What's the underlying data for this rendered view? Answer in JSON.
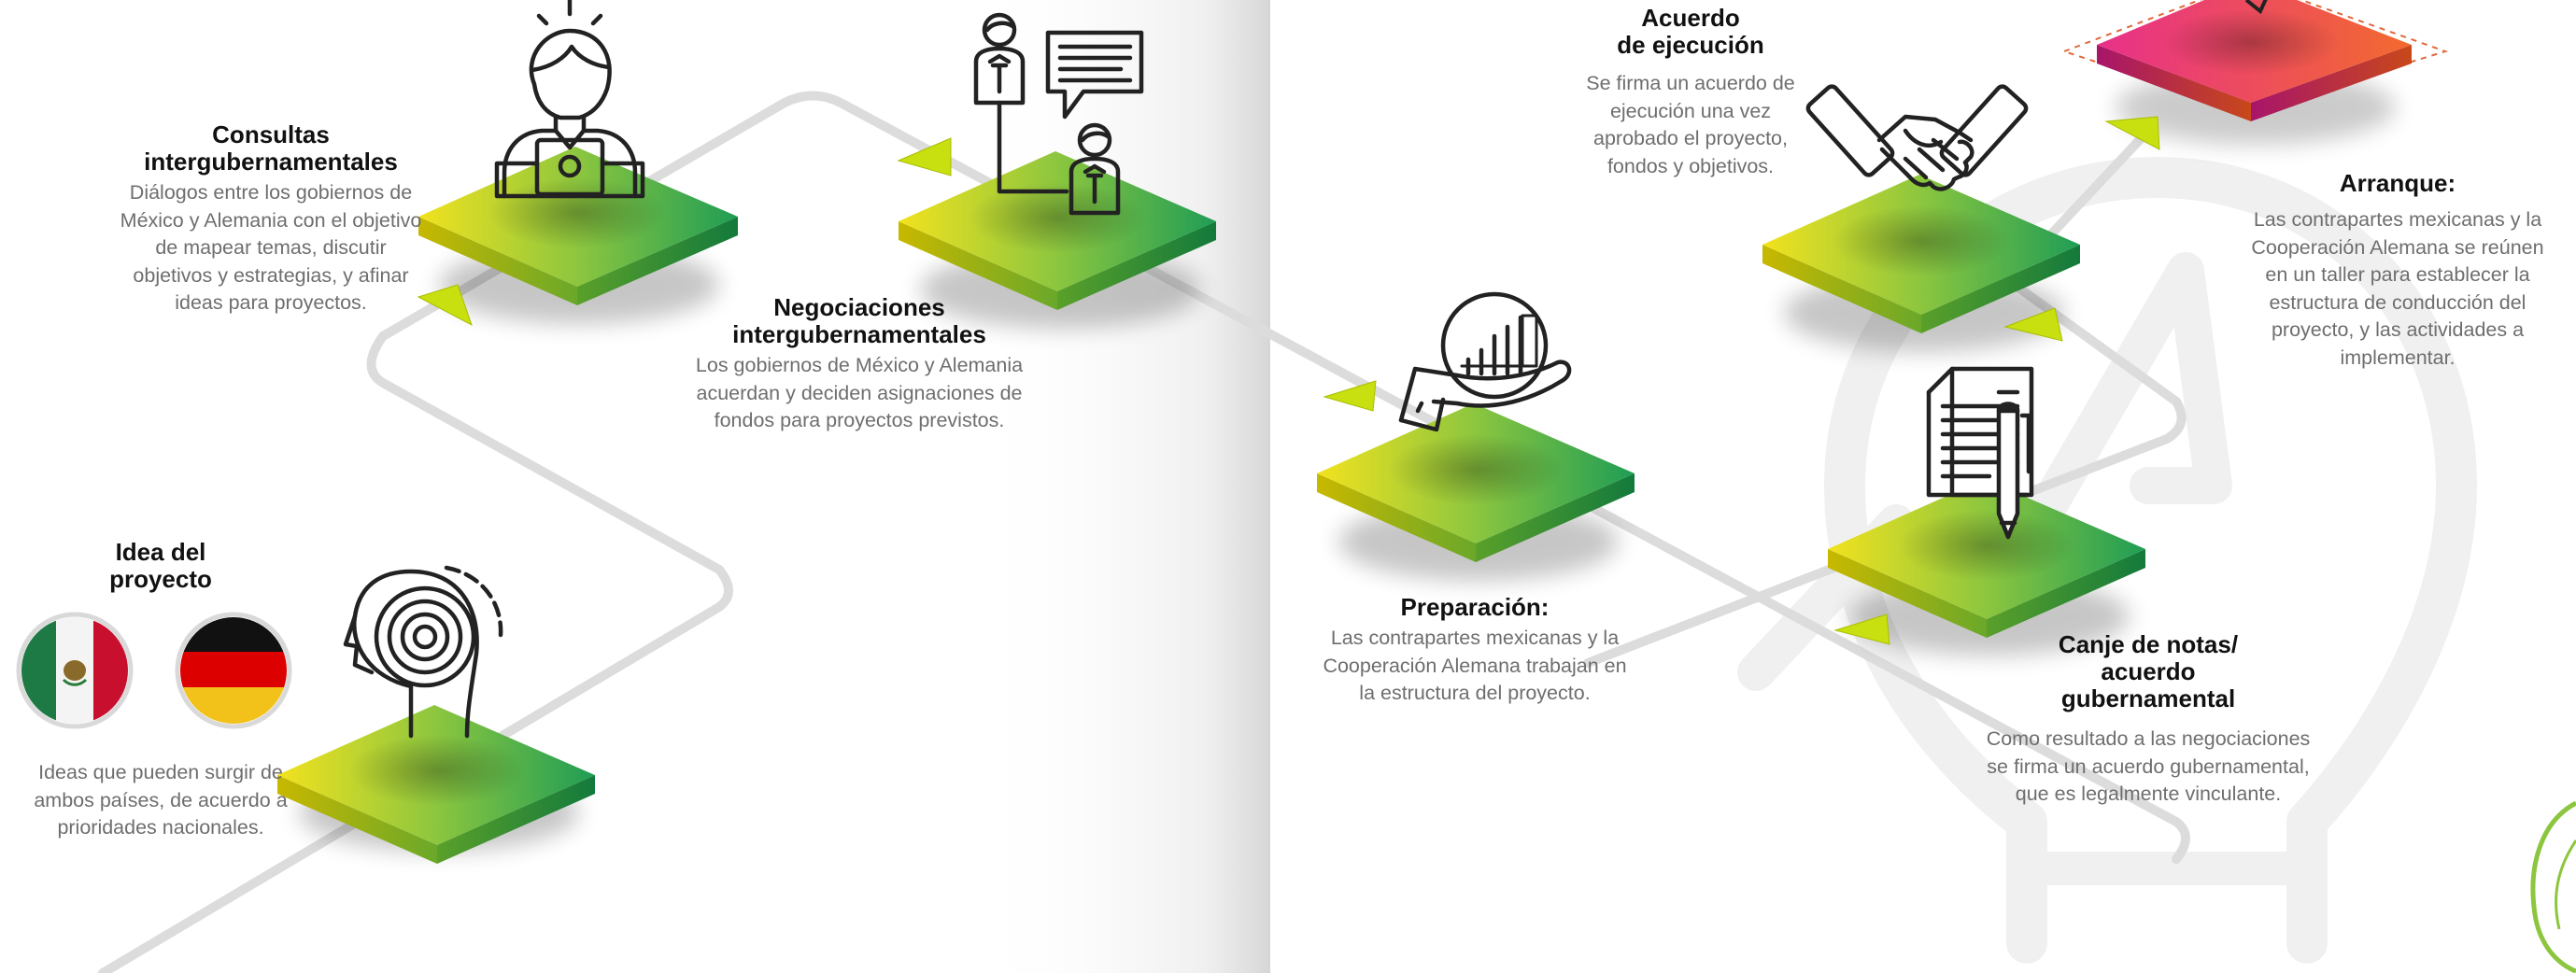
{
  "steps": {
    "idea": {
      "title": "Idea del\nproyecto",
      "description": "Ideas que pueden surgir de ambos países, de acuerdo a prioridades nacionales.",
      "icon": "head-target-icon"
    },
    "consultas": {
      "title": "Consultas intergubernamentales",
      "description": "Diálogos entre los gobiernos de México y Alemania con el objetivo de mapear temas, discutir objetivos y estrategias, y afinar ideas para proyectos.",
      "icon": "person-at-laptop-icon"
    },
    "negociaciones": {
      "title": "Negociaciones intergubernamentales",
      "description": "Los gobiernos de México y Alemania acuerdan y deciden asignaciones de fondos para proyectos previstos.",
      "icon": "people-conversation-icon"
    },
    "preparacion": {
      "title": "Preparación:",
      "description": "Las contrapartes mexicanas y la Cooperación Alemana trabajan en la estructura del proyecto.",
      "icon": "hand-growth-chart-icon"
    },
    "canje": {
      "title": "Canje de notas/\nacuerdo\ngubernamental",
      "description": "Como resultado a las negociaciones se firma un acuerdo gubernamental, que es legalmente vinculante.",
      "icon": "document-pen-icon"
    },
    "acuerdo": {
      "title": "Acuerdo\nde ejecución",
      "description": "Se firma un acuerdo de ejecución una vez aprobado el proyecto, fondos y objetivos.",
      "icon": "handshake-icon"
    },
    "arranque": {
      "title": "Arranque:",
      "description": "Las contrapartes mexicanas y la Cooperación Alemana se reúnen en un taller para establecer la estructura de conducción del proyecto, y las actividades a implementar.",
      "icon": "rocket-icon"
    }
  },
  "flags": [
    "mexico-flag",
    "germany-flag"
  ],
  "colors": {
    "tile_start": "#f2e21e",
    "tile_mid": "#8cc63f",
    "tile_end": "#1f9d55",
    "final_tile_start": "#e8308a",
    "final_tile_end": "#f26a2e",
    "arrow": "#c8e010",
    "path": "#dcdcdc",
    "leaf": "#8cc63f"
  }
}
